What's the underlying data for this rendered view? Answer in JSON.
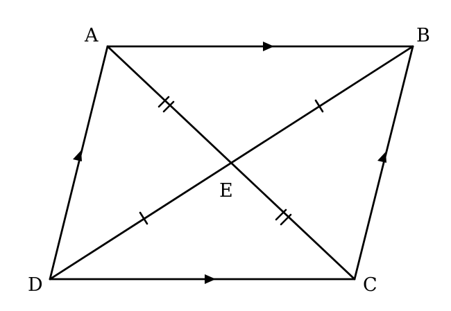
{
  "diagram": {
    "colors": {
      "stroke": "#000000",
      "background": "#ffffff"
    },
    "vertices": {
      "A": "A",
      "B": "B",
      "C": "C",
      "D": "D",
      "E": "E"
    },
    "markings": {
      "parallel_arrows": {
        "AB_DC": "single",
        "DA_CB": "single"
      },
      "equal_length_ticks": {
        "AE_EC": 2,
        "BE_ED": 1
      }
    }
  }
}
